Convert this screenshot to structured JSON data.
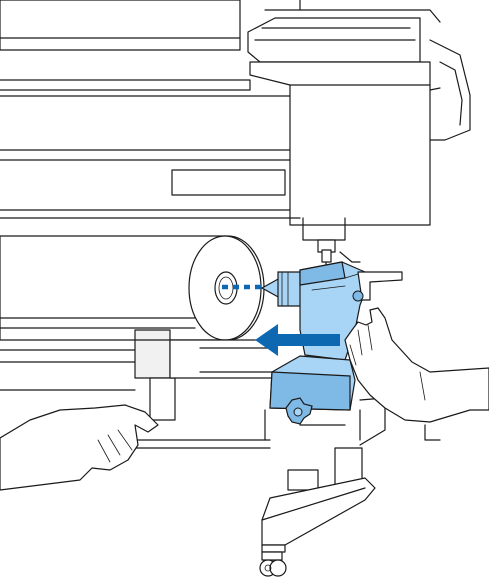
{
  "figure": {
    "parts": {
      "printer_body": "printer-body",
      "paper_roll": "paper-roll",
      "roll_holder": "roll-holder",
      "arrow": "arrow-left-icon",
      "dotted_line": "dotted-guide"
    },
    "colors": {
      "holder_fill": "#a8d4f5",
      "holder_dark": "#7fb9e6",
      "arrow_fill": "#0e67b1",
      "outline": "#1a1a1a",
      "background": "#ffffff"
    }
  }
}
